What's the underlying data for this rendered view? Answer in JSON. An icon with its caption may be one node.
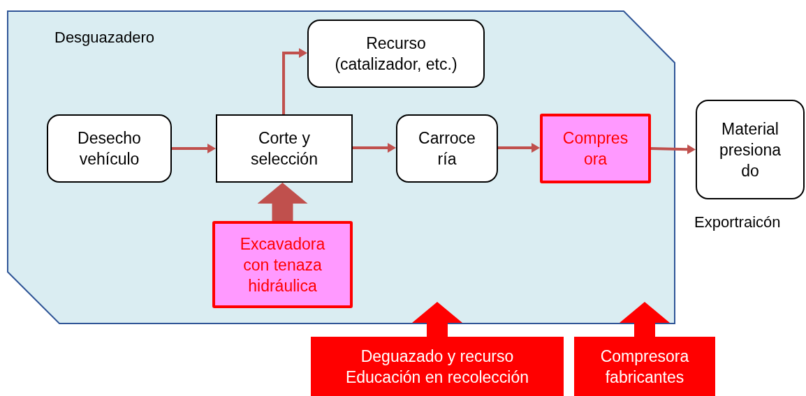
{
  "diagram": {
    "nodes": [
      {
        "text": [
          "Desguazadero"
        ]
      },
      {
        "text": [
          "Recurso (catalizador, etc.)"
        ],
        "in": 0
      },
      {
        "text": [
          "Desecho vehículo"
        ],
        "in": 0
      },
      {
        "text": [
          "Corte y selección"
        ],
        "in": 0
      },
      {
        "text": [
          "Carroce ría"
        ],
        "in": 0
      },
      {
        "text": [
          "Compres ora"
        ],
        "in": 0
      },
      {
        "text": [
          "Excavadora con tenaza hidráulica"
        ],
        "in": 0
      },
      {
        "text": [
          "Material presiona do"
        ],
        "beside": [
          "Exportraicón"
        ]
      },
      {
        "text": [
          "Deguazado y recurso",
          "Educación en recolección"
        ]
      },
      {
        "text": [
          "Compresora fabricantes"
        ]
      }
    ],
    "edges": [
      {
        "from": 2,
        "to": 3,
        "arrow": "to"
      },
      {
        "from": 3,
        "to": 1,
        "arrow": "to"
      },
      {
        "from": 3,
        "to": 4,
        "arrow": "to"
      },
      {
        "from": 4,
        "to": 5,
        "arrow": "to"
      },
      {
        "from": 5,
        "to": 7,
        "arrow": "to"
      },
      {
        "from": 6,
        "to": 3,
        "arrow": "to",
        "style": "thick"
      },
      {
        "from": 8,
        "to": 0,
        "arrow": "to",
        "style": "thick",
        "color": "#ff0000"
      },
      {
        "from": 9,
        "to": 0,
        "arrow": "to",
        "style": "thick",
        "color": "#ff0000"
      }
    ]
  }
}
